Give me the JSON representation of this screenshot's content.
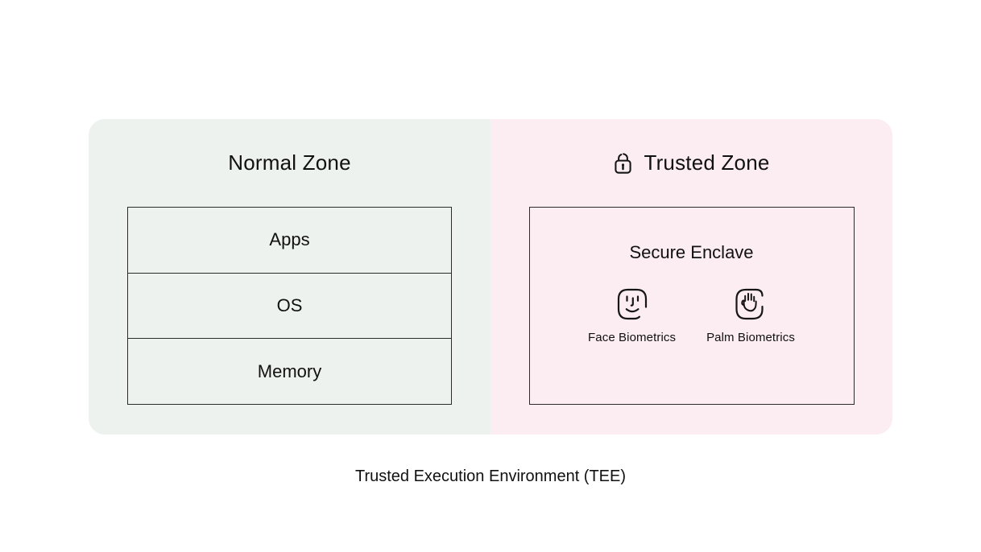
{
  "page": {
    "background": "#ffffff",
    "caption": "Trusted Execution Environment (TEE)"
  },
  "normal_zone": {
    "title": "Normal Zone",
    "background": "#edf2ee",
    "layers": [
      {
        "label": "Apps"
      },
      {
        "label": "OS"
      },
      {
        "label": "Memory"
      }
    ]
  },
  "trusted_zone": {
    "title": "Trusted Zone",
    "background": "#fbedf2",
    "title_icon": "lock-icon",
    "secure_enclave": {
      "title": "Secure Enclave",
      "features": [
        {
          "icon": "face-icon",
          "label": "Face Biometrics"
        },
        {
          "icon": "palm-icon",
          "label": "Palm Biometrics"
        }
      ]
    }
  },
  "colors": {
    "box_border": "#2b2b2b",
    "text": "#111111",
    "icon_stroke": "#161616"
  }
}
